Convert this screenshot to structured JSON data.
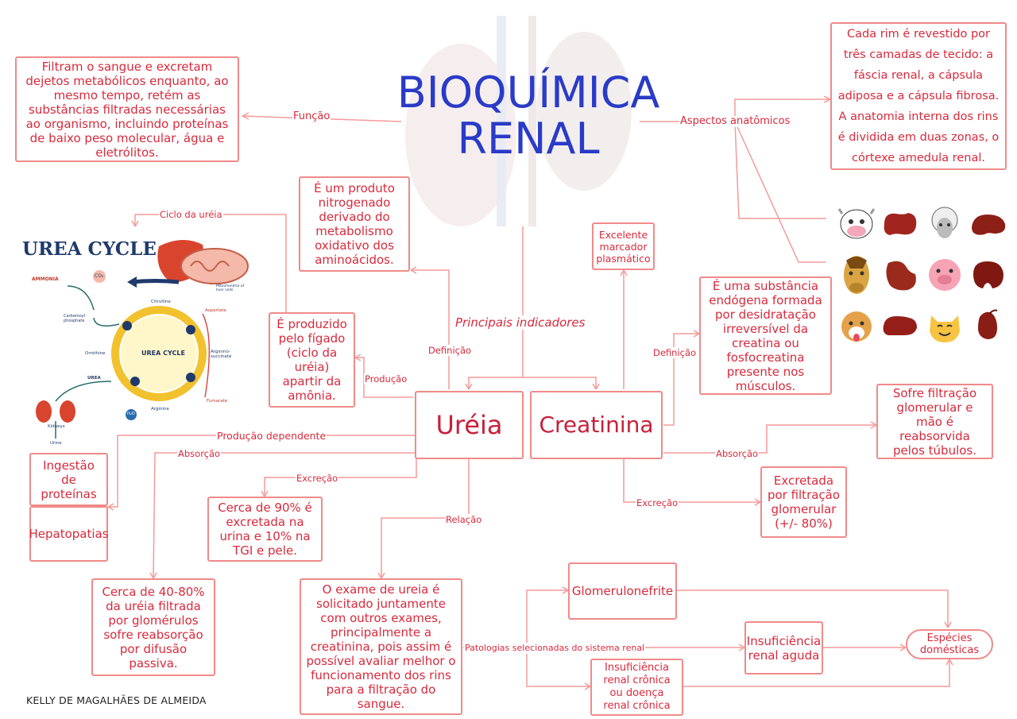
{
  "title": {
    "line1": "BIOQUÍMICA",
    "line2": "RENAL"
  },
  "author": "KELLY DE MAGALHÃES DE ALMEIDA",
  "nodes": {
    "funcao_text": "Filtram o sangue e excretam dejetos metabólicos enquanto, ao mesmo tempo, retém as substâncias filtradas necessárias ao organismo, incluindo proteínas de baixo peso molecular, água e eletrólitos.",
    "anatomia_text": "Cada rim é revestido por três camadas de tecido: a fáscia renal, a cápsula adiposa e a cápsula fibrosa. A anatomia interna dos rins é dividida em duas zonas, o córtexe amedula renal.",
    "ureia_def": "É um produto nitrogenado derivado do metabolismo oxidativo dos aminoácidos.",
    "ureia_prod": "É produzido pelo fígado (ciclo da uréia) apartir da amônia.",
    "marcador": "Excelente marcador plasmático",
    "creatinina_def": "É uma substância endógena formada por desidratação irreversível da creatina ou fosfocreatina presente nos músculos.",
    "ureia": "Uréia",
    "creatinina": "Creatinina",
    "ingestao": "Ingestão de proteínas",
    "hepatopatias": "Hepatopatias",
    "excrecao_ureia": "Cerca de 90% é excretada na urina e 10% na TGI e pele.",
    "reabsorcao_ureia": "Cerca de 40-80% da uréia filtrada por glomérulos sofre reabsorção por difusão passiva.",
    "exame": "O exame de ureia é solicitado juntamente com outros exames, principalmente a creatinina, pois assim é possível avaliar melhor o funcionamento dos rins para a filtração do sangue.",
    "creat_absorcao": "Sofre filtração glomerular e mão é reabsorvida pelos túbulos.",
    "creat_excrecao": "Excretada por filtração glomerular (+/- 80%)",
    "glomerulonefrite": "Glomerulonefrite",
    "ira": "Insuficiência renal aguda",
    "irc": "Insuficiência renal crônica ou doença renal crônica",
    "especies": "Espécies domésticas"
  },
  "edge_labels": {
    "funcao": "Função",
    "aspectos": "Aspectos anatômicos",
    "ciclo": "Ciclo da uréia",
    "principais": "Principais indicadores",
    "definicao1": "Definição",
    "definicao2": "Definição",
    "producao": "Produção",
    "producao_dep": "Produção dependente",
    "absorcao1": "Absorção",
    "excrecao1": "Excreção",
    "relacao": "Relação",
    "absorcao2": "Absorção",
    "excrecao2": "Excreção",
    "patologias": "Patologias selecionadas do sistema renal"
  },
  "urea_cycle": {
    "title": "UREA CYCLE",
    "center": "UREA CYCLE",
    "ammonia": "AMMONIA",
    "co2": "CO₂",
    "carbamoyl": "Carbamoyl phosphate",
    "citrulline": "Citrulline",
    "aspartate": "Aspartate",
    "ornithine": "Ornithine",
    "arginino": "Arginino-succinate",
    "urea": "UREA",
    "fumarate": "Fumarate",
    "arginine": "Arginine",
    "kidneys": "Kidneys",
    "urine": "Urine",
    "mito": "Mitochondria of liver cells",
    "h2o": "H₂O"
  },
  "animals": [
    "cow",
    "kidney",
    "sheep",
    "kidney",
    "horse",
    "kidney",
    "pig",
    "kidney",
    "dog",
    "kidney",
    "cat",
    "kidney"
  ],
  "colors": {
    "title": "#2a3bc7",
    "text": "#d82a3c",
    "border": "#f08a8a"
  }
}
